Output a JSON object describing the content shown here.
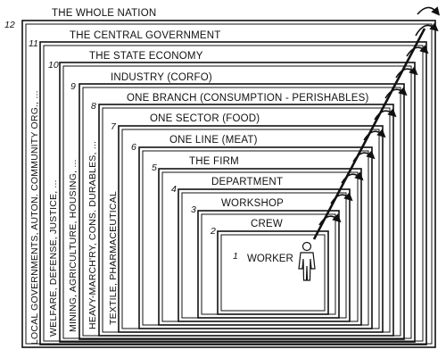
{
  "levels": [
    {
      "num": "1",
      "label": "WORKER"
    },
    {
      "num": "2",
      "label": "CREW"
    },
    {
      "num": "3",
      "label": "WORKSHOP"
    },
    {
      "num": "4",
      "label": "DEPARTMENT"
    },
    {
      "num": "5",
      "label": "THE FIRM"
    },
    {
      "num": "6",
      "label": "ONE LINE (MEAT)"
    },
    {
      "num": "7",
      "label": "ONE SECTOR (FOOD)"
    },
    {
      "num": "8",
      "label": "ONE BRANCH (CONSUMPTION - PERISHABLES)"
    },
    {
      "num": "9",
      "label": "INDUSTRY (CORFO)"
    },
    {
      "num": "10",
      "label": "THE STATE ECONOMY"
    },
    {
      "num": "11",
      "label": "THE CENTRAL GOVERNMENT"
    },
    {
      "num": "12",
      "label": "THE WHOLE NATION"
    }
  ],
  "side_labels": {
    "lvl8": "TEXTILE, PHARMACEUTICAL",
    "lvl9": "HEAVY-MARCH'RY, CONS. DURABLES, ...",
    "lvl10": "MINING, AGRICULTURE, HOUSING, ...",
    "lvl11": "WELFARE, DEFENSE, JUSTICE, ...",
    "lvl12": "LOCAL GOVERNMENTS, AUTON. COMMUNITY ORG., ..."
  },
  "icons": {
    "worker": "worker-figure-icon",
    "arrows": "curved-arrow-icon"
  }
}
